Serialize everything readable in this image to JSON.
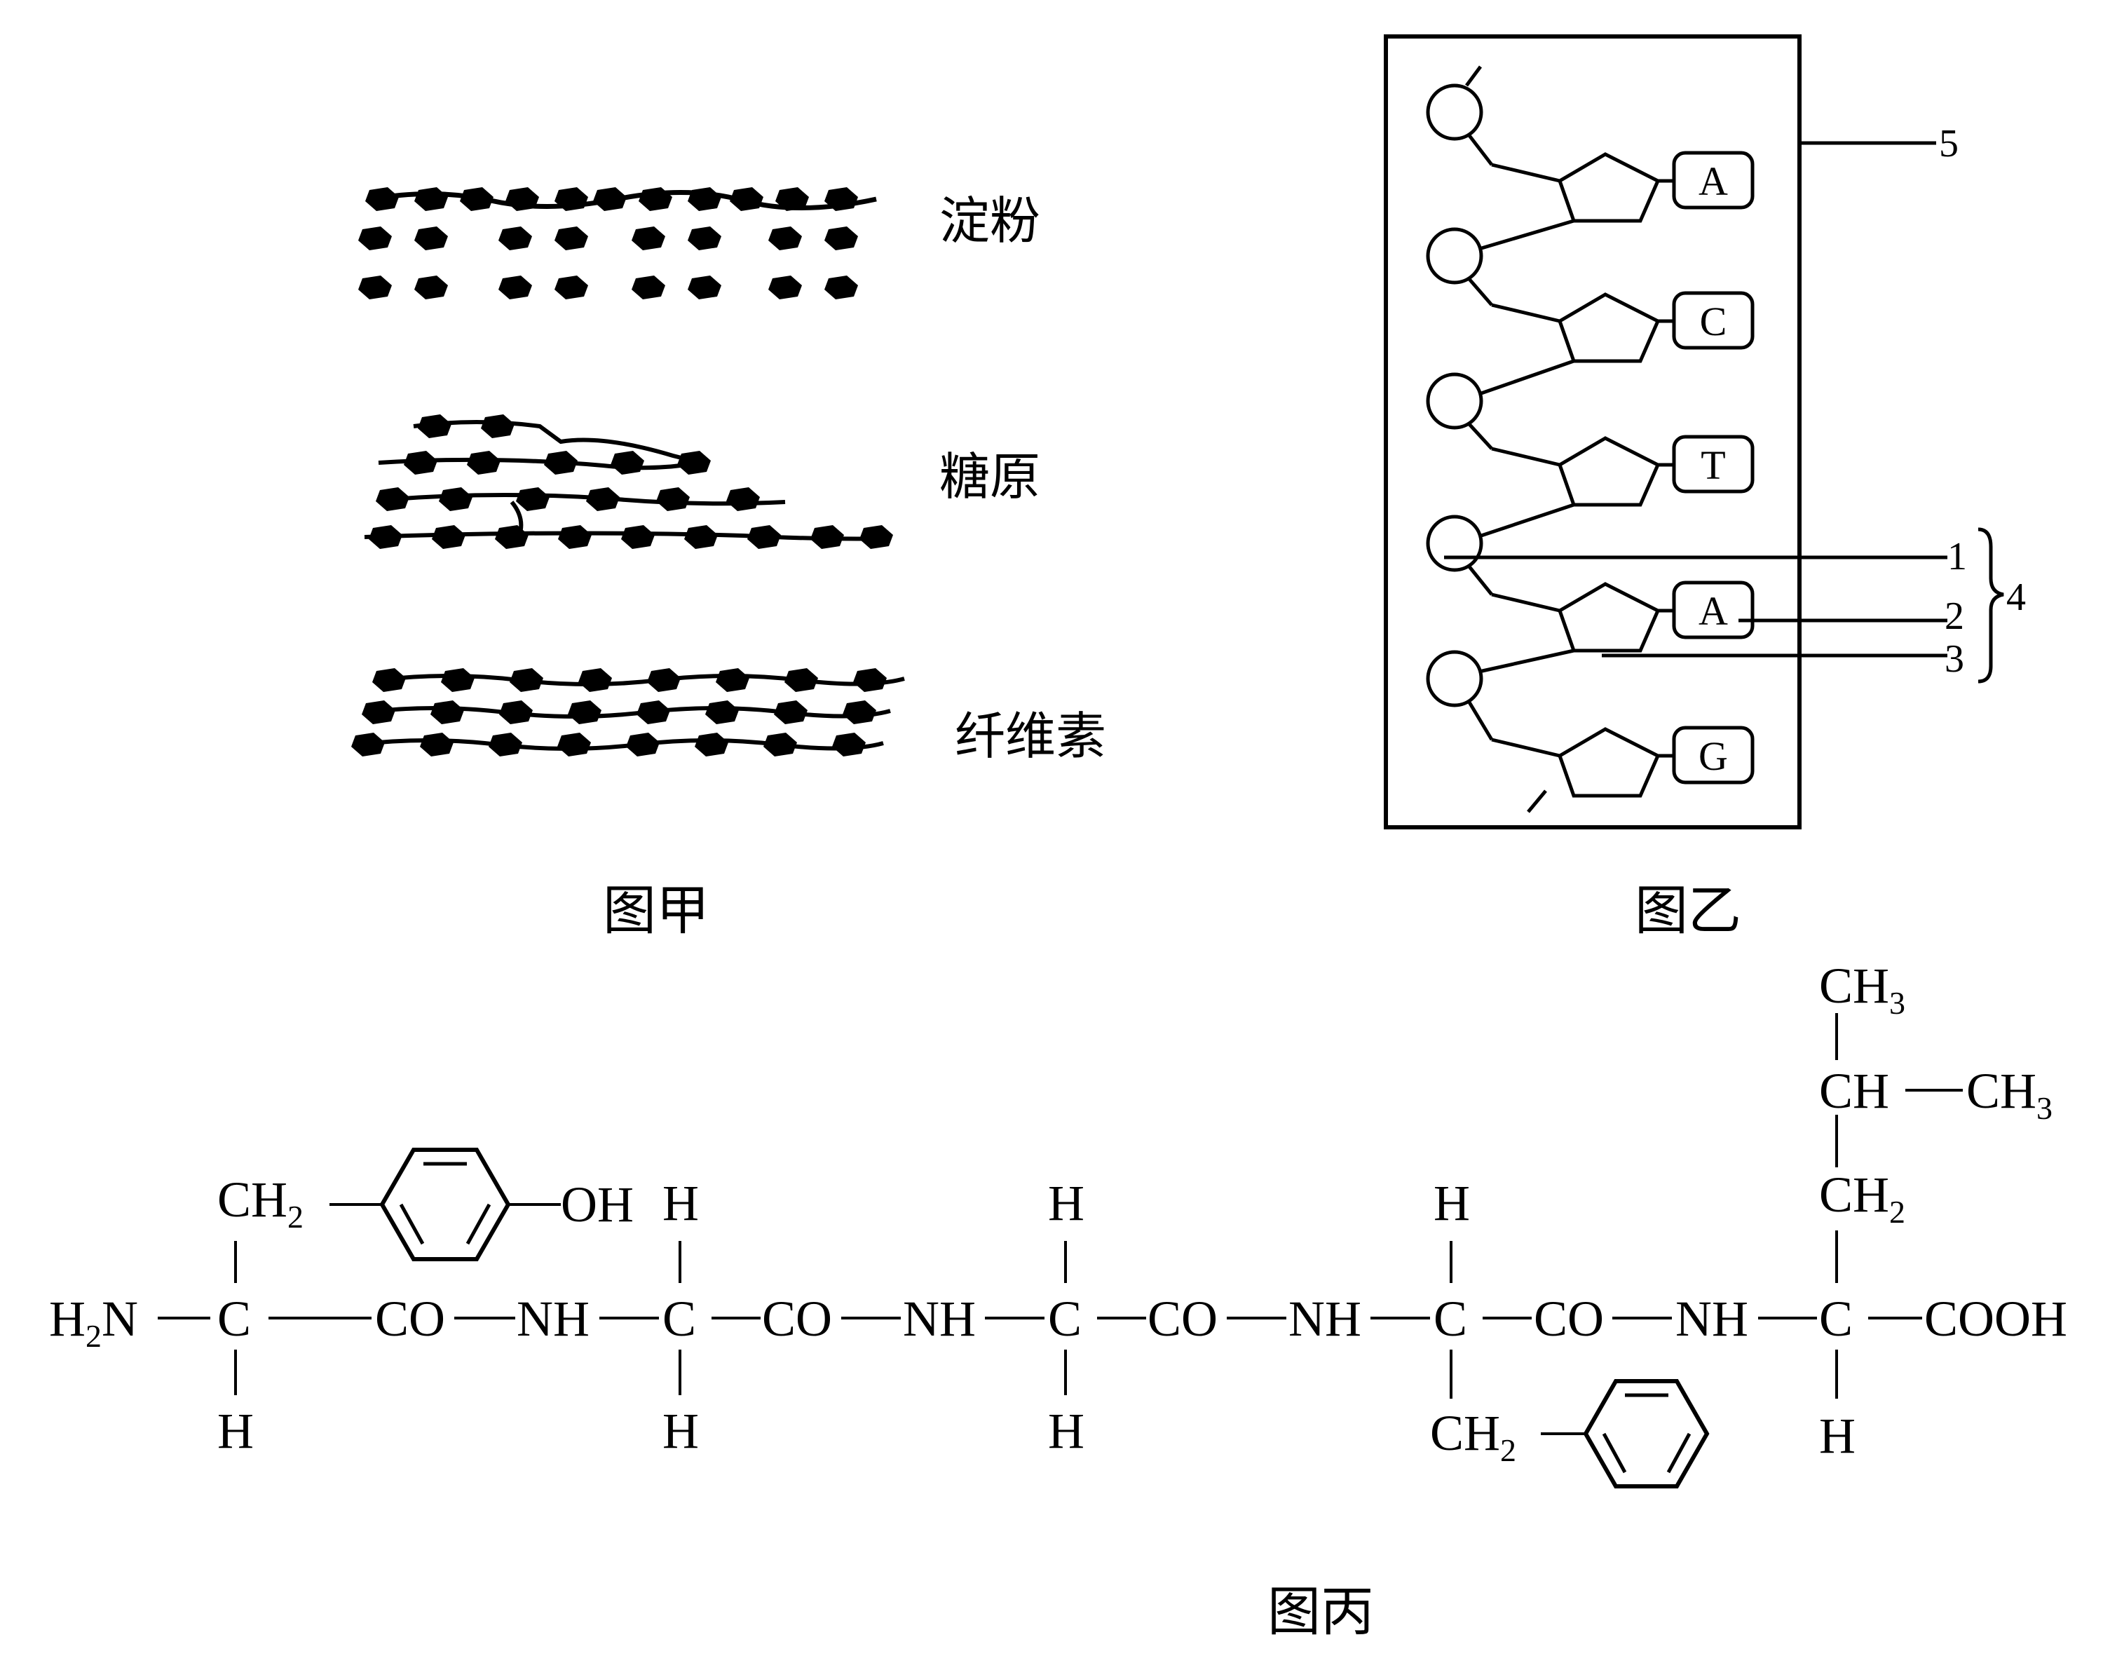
{
  "panels": {
    "jia": {
      "caption": "图甲",
      "polysaccharides": [
        "淀粉",
        "糖原",
        "纤维素"
      ]
    },
    "yi": {
      "caption": "图乙",
      "bases": [
        "A",
        "C",
        "T",
        "A",
        "G"
      ],
      "labels": {
        "n1": "1",
        "n2": "2",
        "n3": "3",
        "n4": "4",
        "n5": "5"
      }
    },
    "bing": {
      "caption": "图丙",
      "backbone": {
        "nterm": "H",
        "nterm_sub": "2",
        "nterm_n": "N",
        "c": "C",
        "co": "CO",
        "nh": "NH",
        "cooh": "COOH",
        "h": "H"
      },
      "side_chains": {
        "ch2": "CH",
        "ch2_sub": "2",
        "oh": "OH",
        "ch": "CH",
        "ch3": "CH",
        "ch3_sub": "3"
      }
    }
  }
}
